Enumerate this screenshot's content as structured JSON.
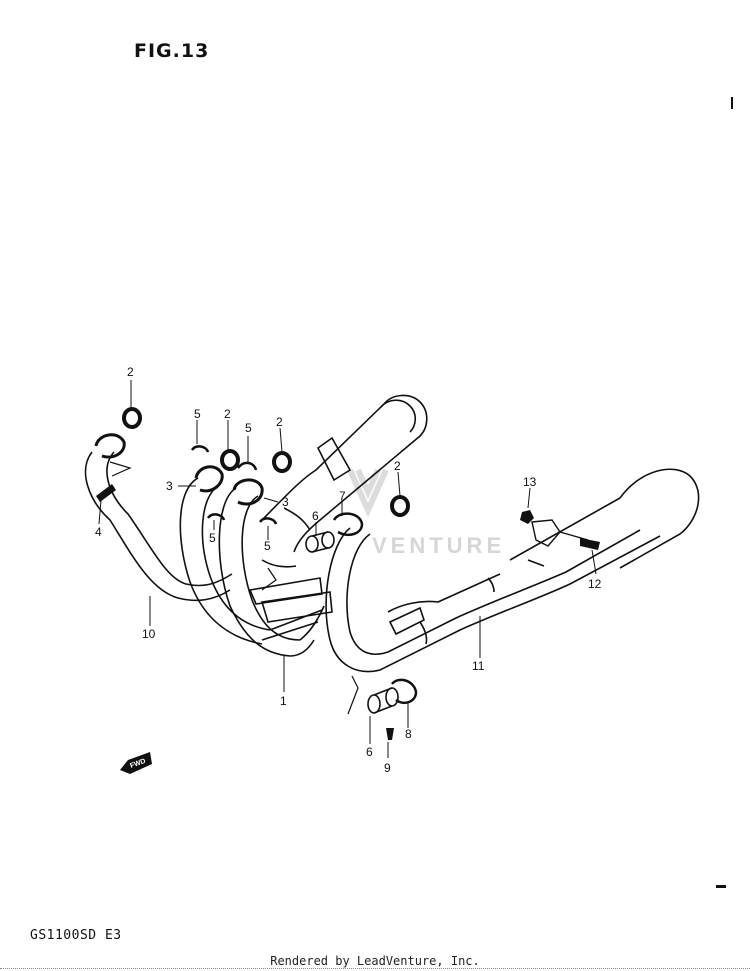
{
  "figure": {
    "title": "FIG.13"
  },
  "model": {
    "code": "GS1100SD  E3"
  },
  "footer": {
    "rendered_by": "Rendered by LeadVenture, Inc."
  },
  "watermark": {
    "text": "VENTURE"
  },
  "fwd_marker": {
    "label": "FWD"
  },
  "callouts": {
    "c1": "1",
    "c2a": "2",
    "c2b": "2",
    "c2c": "2",
    "c2d": "2",
    "c3a": "3",
    "c3b": "3",
    "c4": "4",
    "c5a": "5",
    "c5b": "5",
    "c5c": "5",
    "c5d": "5",
    "c6a": "6",
    "c6b": "6",
    "c7": "7",
    "c8": "8",
    "c9": "9",
    "c10": "10",
    "c11": "11",
    "c12": "12",
    "c13": "13"
  },
  "colors": {
    "ink": "#111111",
    "watermark": "#d6d6d6"
  }
}
